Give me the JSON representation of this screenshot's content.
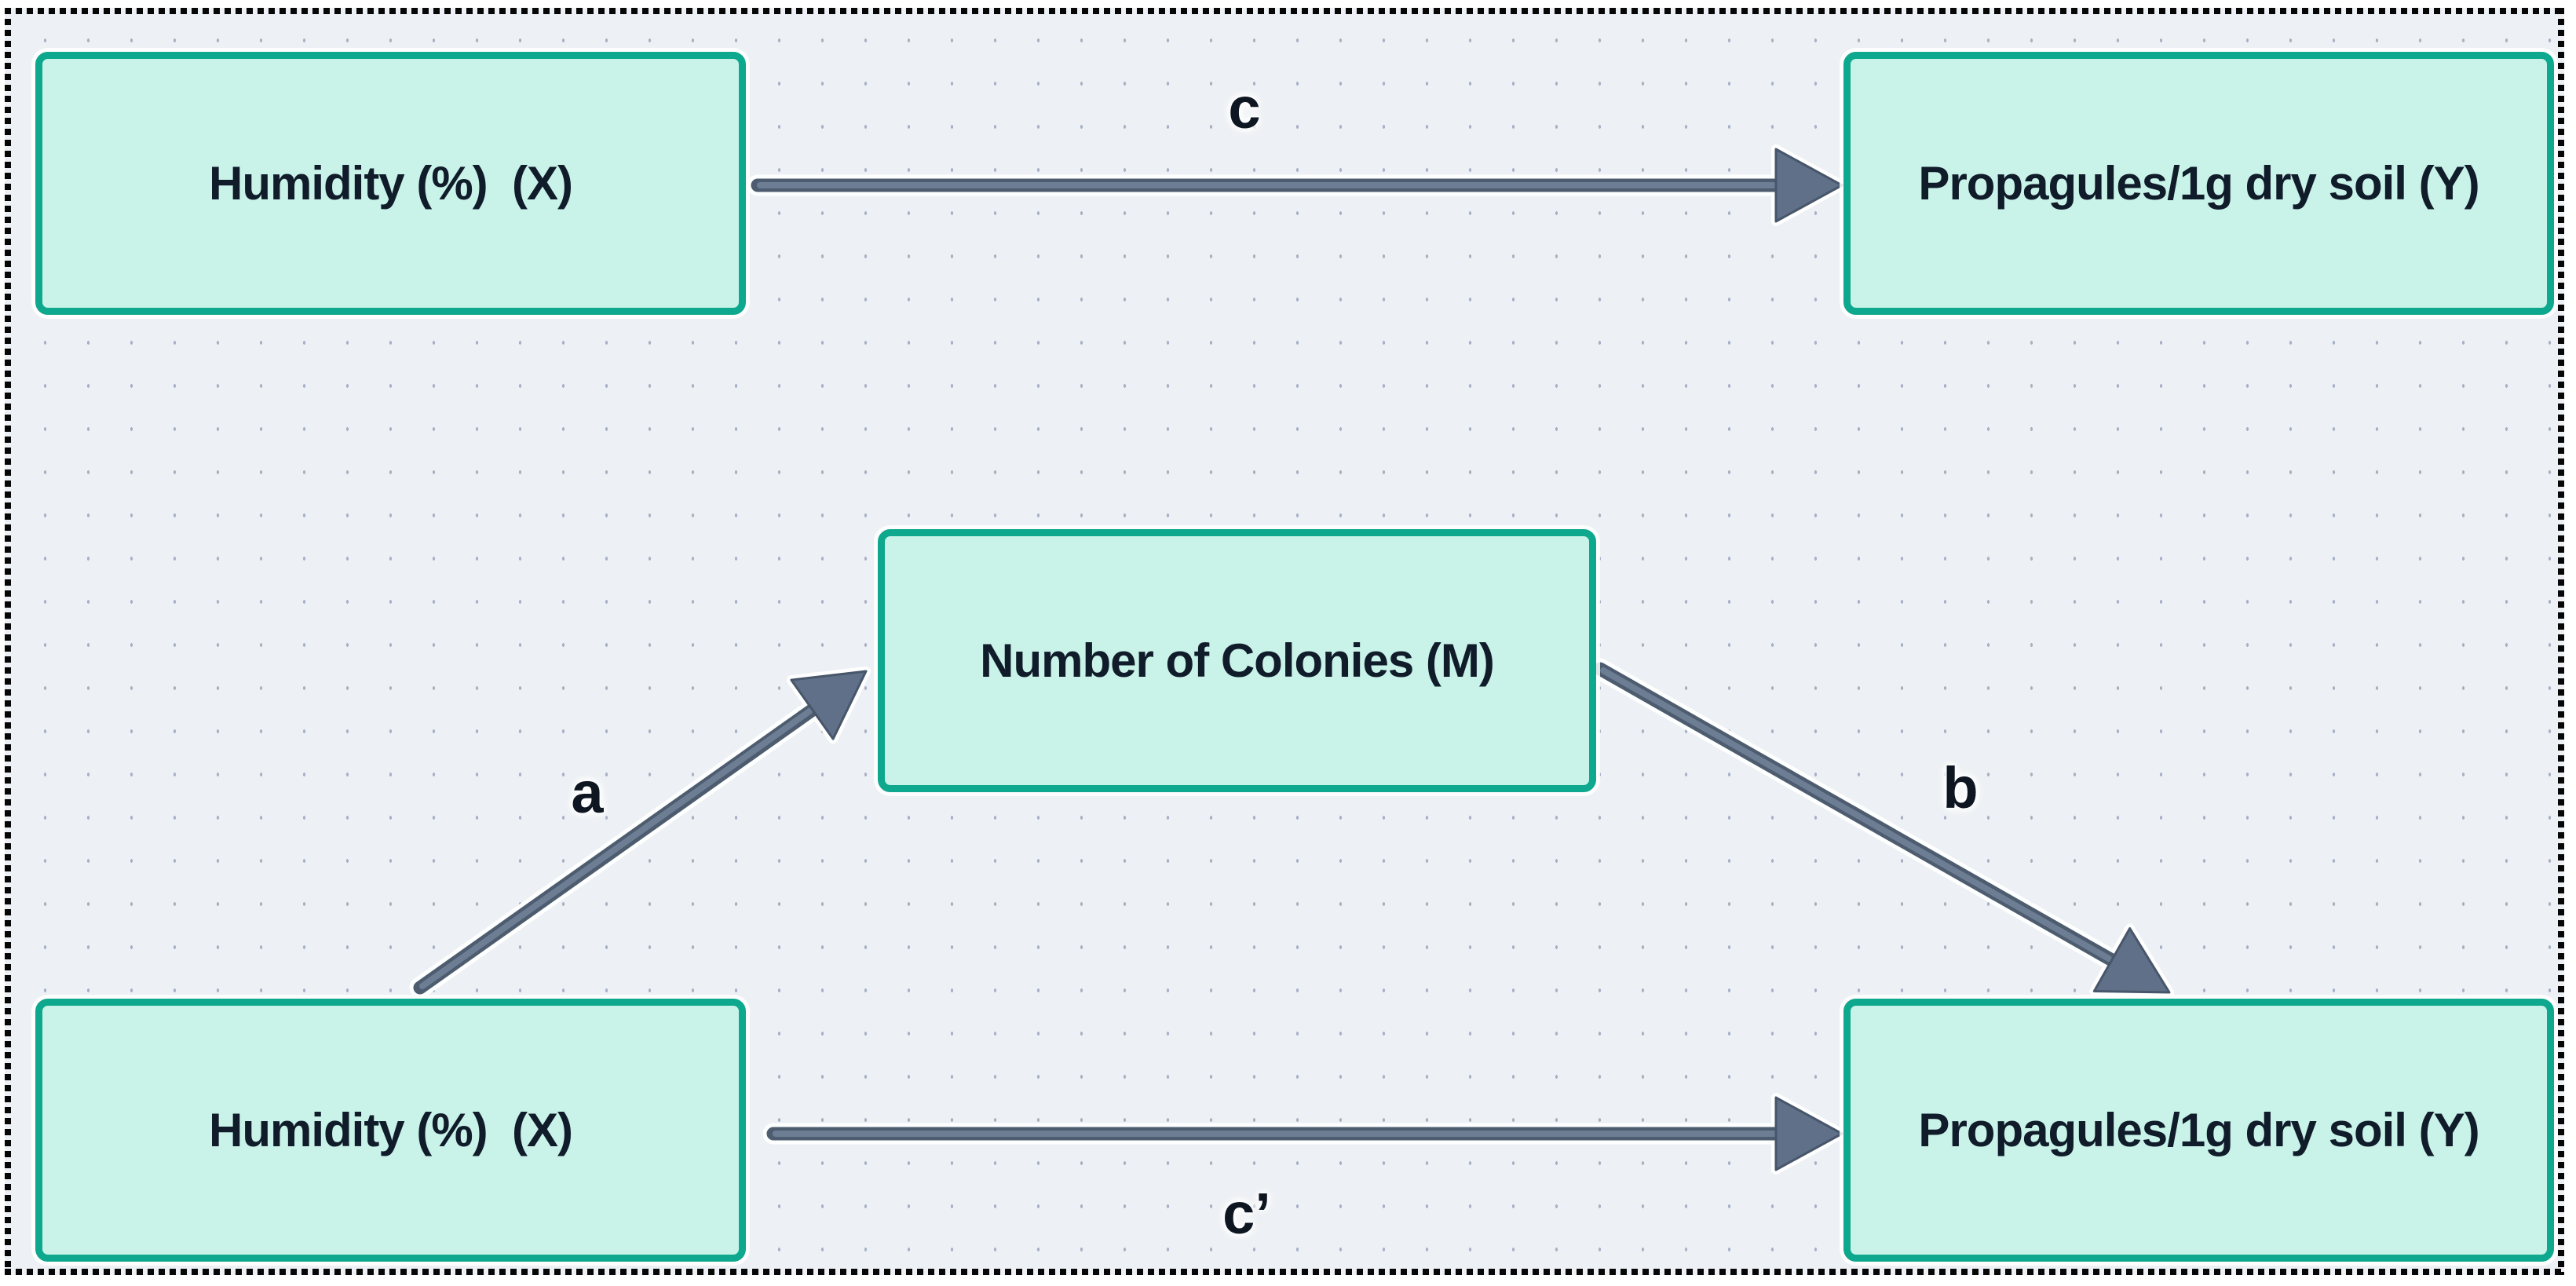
{
  "diagram": {
    "type": "mediation-path-diagram",
    "colors": {
      "outer_margin": "#ffffff",
      "canvas_background": "#edf0f4",
      "dot_grid": "#a7b2c5",
      "frame_dots": "#070707",
      "node_fill": "#c9f3e8",
      "node_border": "#0da88d",
      "node_text": "#111c2b",
      "arrow": "#64748b",
      "edge_label_text": "#0e1622"
    },
    "top_model": {
      "x_box": "Humidity (%)  (X)",
      "y_box": "Propagules/1g dry soil (Y)",
      "path_label": "c"
    },
    "bottom_model": {
      "x_box": "Humidity (%)  (X)",
      "m_box": "Number of Colonies (M)",
      "y_box": "Propagules/1g dry soil (Y)",
      "a_label": "a",
      "b_label": "b",
      "c_prime_label": "c’"
    }
  }
}
